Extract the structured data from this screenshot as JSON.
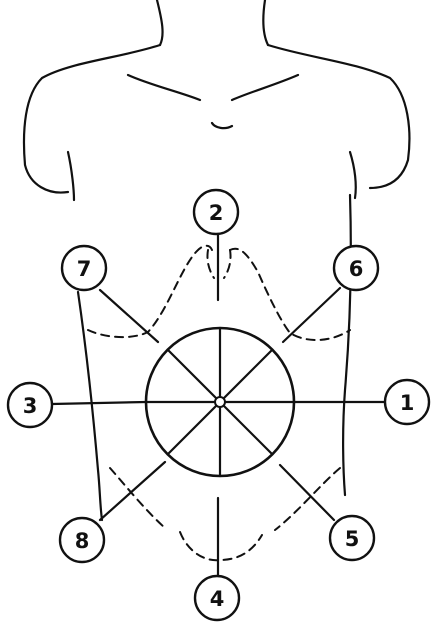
{
  "markers": [
    {
      "id": "1",
      "label": "1"
    },
    {
      "id": "2",
      "label": "2"
    },
    {
      "id": "3",
      "label": "3"
    },
    {
      "id": "4",
      "label": "4"
    },
    {
      "id": "5",
      "label": "5"
    },
    {
      "id": "6",
      "label": "6"
    },
    {
      "id": "7",
      "label": "7"
    },
    {
      "id": "8",
      "label": "8"
    }
  ],
  "colors": {
    "ink": "#111111",
    "background": "#ffffff"
  }
}
